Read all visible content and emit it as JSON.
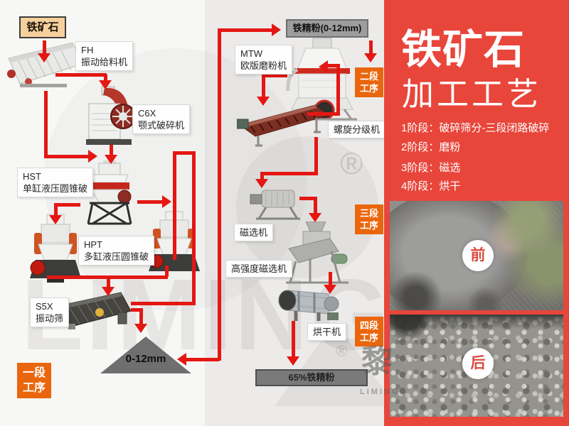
{
  "colors": {
    "flow_red": "#e41713",
    "badge_orange": "#ea660d",
    "panel_red": "#e8463b",
    "source_box_bg": "#f6d09c",
    "gray_box_bg": "#9d9d9d",
    "product_bar_bg": "#7a7a7a",
    "pile_gray": "#6f6f6f"
  },
  "flow": {
    "source": {
      "label": "铁矿石"
    },
    "machines": {
      "feeder": {
        "code": "FH",
        "name": "振动给料机"
      },
      "jaw": {
        "code": "C6X",
        "name": "颚式破碎机"
      },
      "hst": {
        "code": "HST",
        "name": "单缸液压圆锥破"
      },
      "hpt": {
        "code": "HPT",
        "name": "多缸液压圆锥破"
      },
      "screen": {
        "code": "S5X",
        "name": "振动筛"
      },
      "mill": {
        "code": "MTW",
        "name": "欧版磨粉机"
      },
      "classifier": {
        "name": "螺旋分级机"
      },
      "magnetic_separator": {
        "name": "磁选机"
      },
      "high_intensity_magnetic_separator": {
        "name": "高强度磁选机"
      },
      "dryer": {
        "name": "烘干机"
      }
    },
    "stockpile_label": "0-12mm",
    "mill_feed_label": "铁精粉(0-12mm)",
    "product_label": "65%铁精粉",
    "badges": {
      "stage1": {
        "line1": "一段",
        "line2": "工序"
      },
      "stage2": {
        "line1": "二段",
        "line2": "工序"
      },
      "stage3": {
        "line1": "三段",
        "line2": "工序"
      },
      "stage4": {
        "line1": "四段",
        "line2": "工序"
      }
    }
  },
  "panel": {
    "title_line1": "铁矿石",
    "title_line2": "加工工艺",
    "stages": [
      "1阶段：破碎筛分-三段闭路破碎",
      "2阶段：磨粉",
      "3阶段：磁选",
      "4阶段：烘干"
    ],
    "photos": {
      "before": "前",
      "after": "后"
    }
  },
  "watermarks": {
    "registered": "®",
    "liming_big": "LIMING",
    "logo_char": "黎",
    "logo_text": "LIMING"
  }
}
